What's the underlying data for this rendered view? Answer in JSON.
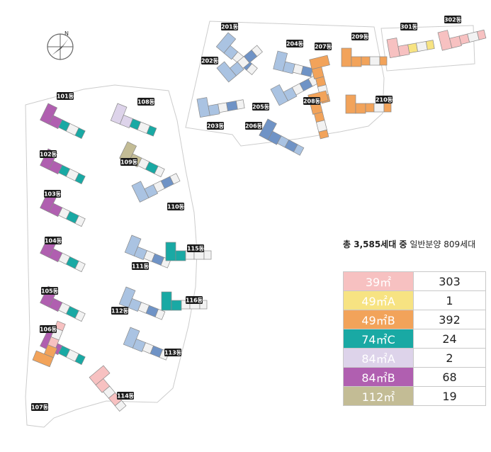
{
  "colors": {
    "39": "#f7c1c1",
    "49A": "#f7e382",
    "49B": "#f2a35a",
    "74C": "#19a9a4",
    "84A": "#ddd3ea",
    "84B": "#b05fb0",
    "112": "#c3bc95",
    "blue": "#aac3e2",
    "bluedark": "#6f93c6",
    "white": "#f2f2f2"
  },
  "compass": {
    "north_label": "N"
  },
  "summary": {
    "total": "총 3,585세대 중",
    "general": "일반분양 809세대"
  },
  "legend": [
    {
      "type": "39㎡",
      "count": "303",
      "color": "#f7c1c1"
    },
    {
      "type": "49㎡A",
      "count": "1",
      "color": "#f7e382"
    },
    {
      "type": "49㎡B",
      "count": "392",
      "color": "#f2a35a"
    },
    {
      "type": "74㎡C",
      "count": "24",
      "color": "#19a9a4"
    },
    {
      "type": "84㎡A",
      "count": "2",
      "color": "#ddd3ea"
    },
    {
      "type": "84㎡B",
      "count": "68",
      "color": "#b05fb0"
    },
    {
      "type": "112㎡",
      "count": "19",
      "color": "#c3bc95"
    }
  ],
  "buildings": [
    {
      "label": "101동",
      "scheme": [
        "84B",
        "74C",
        "white"
      ]
    },
    {
      "label": "102동",
      "scheme": [
        "84B",
        "74C",
        "white"
      ]
    },
    {
      "label": "103동",
      "scheme": [
        "84B",
        "white",
        "74C"
      ]
    },
    {
      "label": "104동",
      "scheme": [
        "84B",
        "white",
        "74C"
      ]
    },
    {
      "label": "105동",
      "scheme": [
        "84B",
        "white",
        "74C"
      ]
    },
    {
      "label": "106동",
      "scheme": [
        "84B",
        "74C",
        "white"
      ]
    },
    {
      "label": "107동",
      "scheme": [
        "49B",
        "39",
        "white"
      ]
    },
    {
      "label": "108동",
      "scheme": [
        "84A",
        "74C",
        "white"
      ]
    },
    {
      "label": "109동",
      "scheme": [
        "112",
        "white",
        "74C"
      ]
    },
    {
      "label": "110동",
      "scheme": [
        "blue",
        "white",
        "bluedark"
      ]
    },
    {
      "label": "111동",
      "scheme": [
        "blue",
        "white",
        "bluedark"
      ]
    },
    {
      "label": "112동",
      "scheme": [
        "blue",
        "white",
        "bluedark"
      ]
    },
    {
      "label": "113동",
      "scheme": [
        "blue",
        "white",
        "bluedark"
      ]
    },
    {
      "label": "114동",
      "scheme": [
        "39",
        "white",
        "39"
      ]
    },
    {
      "label": "115동",
      "scheme": [
        "74C",
        "white",
        "white"
      ]
    },
    {
      "label": "116동",
      "scheme": [
        "74C",
        "white",
        "white"
      ]
    },
    {
      "label": "201동",
      "scheme": [
        "blue",
        "white",
        "bluedark"
      ]
    },
    {
      "label": "202동",
      "scheme": [
        "blue",
        "white",
        "bluedark"
      ]
    },
    {
      "label": "203동",
      "scheme": [
        "blue",
        "white",
        "bluedark"
      ]
    },
    {
      "label": "204동",
      "scheme": [
        "blue",
        "white",
        "bluedark"
      ]
    },
    {
      "label": "205동",
      "scheme": [
        "blue",
        "white",
        "bluedark"
      ]
    },
    {
      "label": "206동",
      "scheme": [
        "bluedark",
        "blue",
        "bluedark"
      ]
    },
    {
      "label": "207동",
      "scheme": [
        "49B",
        "49B",
        "white"
      ]
    },
    {
      "label": "208동",
      "scheme": [
        "49B",
        "49B",
        "white"
      ]
    },
    {
      "label": "209동",
      "scheme": [
        "49B",
        "49B",
        "white"
      ]
    },
    {
      "label": "210동",
      "scheme": [
        "49B",
        "49B",
        "white"
      ]
    },
    {
      "label": "301동",
      "scheme": [
        "39",
        "49A",
        "white"
      ]
    },
    {
      "label": "302동",
      "scheme": [
        "39",
        "39",
        "white"
      ]
    }
  ]
}
